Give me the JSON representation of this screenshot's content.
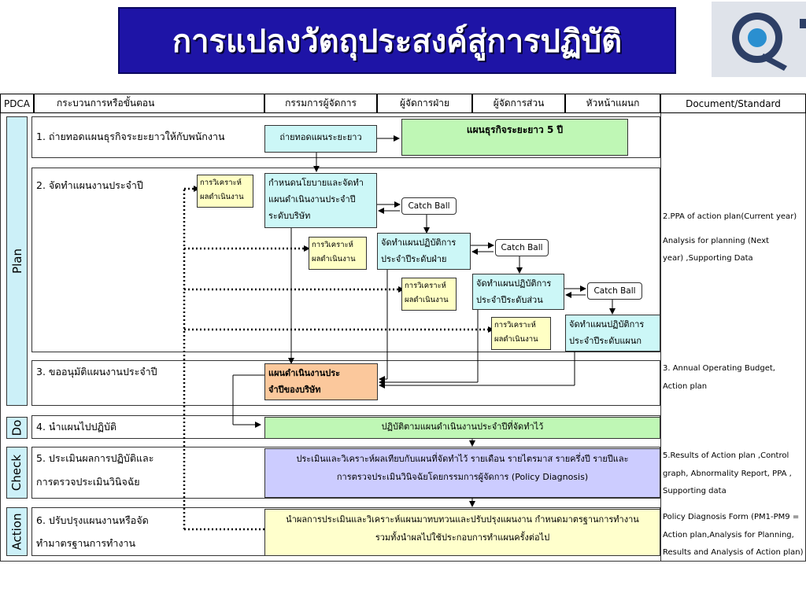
{
  "title": "การแปลงวัตถุประสงค์สู่การปฏิบัติ",
  "columns": {
    "pdca": "PDCA",
    "process": "กระบวนการหรือขั้นตอน",
    "board": "กรรมการผู้จัดการ",
    "division": "ผู้จัดการฝ่าย",
    "section": "ผู้จัดการส่วน",
    "dept": "หัวหน้าแผนก",
    "document": "Document/Standard"
  },
  "phases": {
    "plan": "Plan",
    "do": "Do",
    "check": "Check",
    "action": "Action"
  },
  "steps": {
    "s1": "1. ถ่ายทอดแผนธุรกิจระยะยาวให้กับพนักงาน",
    "s2": "2. จัดทำแผนงานประจำปี",
    "s3": "3. ขออนุมัติแผนงานประจำปี",
    "s4": "4. นำแผนไปปฏิบัติ",
    "s5_line1": "5. ประเมินผลการปฏิบัติและ",
    "s5_line2": "การตรวจประเมินวินิจฉัย",
    "s6_line1": "6. ปรับปรุงแผนงานหรือจัด",
    "s6_line2": "ทำมาตรฐานการทำงาน"
  },
  "nodes": {
    "transfer": "ถ่ายทอดแผนระยะยาว",
    "longterm_plan": "แผนธุรกิจระยะยาว 5 ปี",
    "policy_line1": "กำหนดนโยบายและจัดทำ",
    "policy_line2": "แผนดำเนินงานประจำปี",
    "policy_line3": "ระดับบริษัท",
    "analysis_line1": "การวิเคราะห์",
    "analysis_line2": "ผลดำเนินงาน",
    "catch_ball": "Catch Ball",
    "div_plan_line1": "จัดทำแผนปฏิบัติการ",
    "div_plan_line2": "ประจำปีระดับฝ่าย",
    "sec_plan_line1": "จัดทำแผนปฏิบัติการ",
    "sec_plan_line2": "ประจำปีระดับส่วน",
    "dept_plan_line1": "จัดทำแผนปฏิบัติการ",
    "dept_plan_line2": "ประจำปีระดับแผนก",
    "company_plan_line1": "แผนดำเนินงานประ",
    "company_plan_line2": "จำปีของบริษัท",
    "do_bar": "ปฏิบัติตามแผนดำเนินงานประจำปีที่จัดทำไว้",
    "check_line1": "ประเมินและวิเคราะห์ผลเทียบกับแผนที่จัดทำไว้ รายเดือน รายไตรมาส รายครึ่งปี รายปีและ",
    "check_line2": "การตรวจประเมินวินิจฉัยโดยกรรมการผู้จัดการ (Policy Diagnosis)",
    "action_line1": "นำผลการประเมินและวิเคราะห์แผนมาทบทวนและปรับปรุงแผนงาน กำหนดมาตรฐานการทำงาน",
    "action_line2": "รวมทั้งนำผลไปใช้ประกอบการทำแผนครั้งต่อไป"
  },
  "documents": {
    "plan_line1": "2.PPA of action plan(Current year)",
    "plan_line2": "Analysis for planning (Next",
    "plan_line3": "year) ,Supporting Data",
    "approve_line1": "3. Annual Operating Budget,",
    "approve_line2": "Action plan",
    "check_line1": "5.Results of Action plan ,Control",
    "check_line2": "graph, Abnormality Report,  PPA ,",
    "check_line3": "Supporting data",
    "action_line1": "Policy Diagnosis Form (PM1-PM9 =",
    "action_line2": "Action plan,Analysis for Planning,",
    "action_line3": "Results and Analysis of Action plan)"
  },
  "colors": {
    "banner": "#1e14a6",
    "phase": "#ccf0f8",
    "node_cyan": "#ccf7f7",
    "node_yellow": "#ffffc4",
    "node_green": "#bff7b5",
    "node_lavender": "#ccccff",
    "node_orange": "#fbc89c"
  }
}
